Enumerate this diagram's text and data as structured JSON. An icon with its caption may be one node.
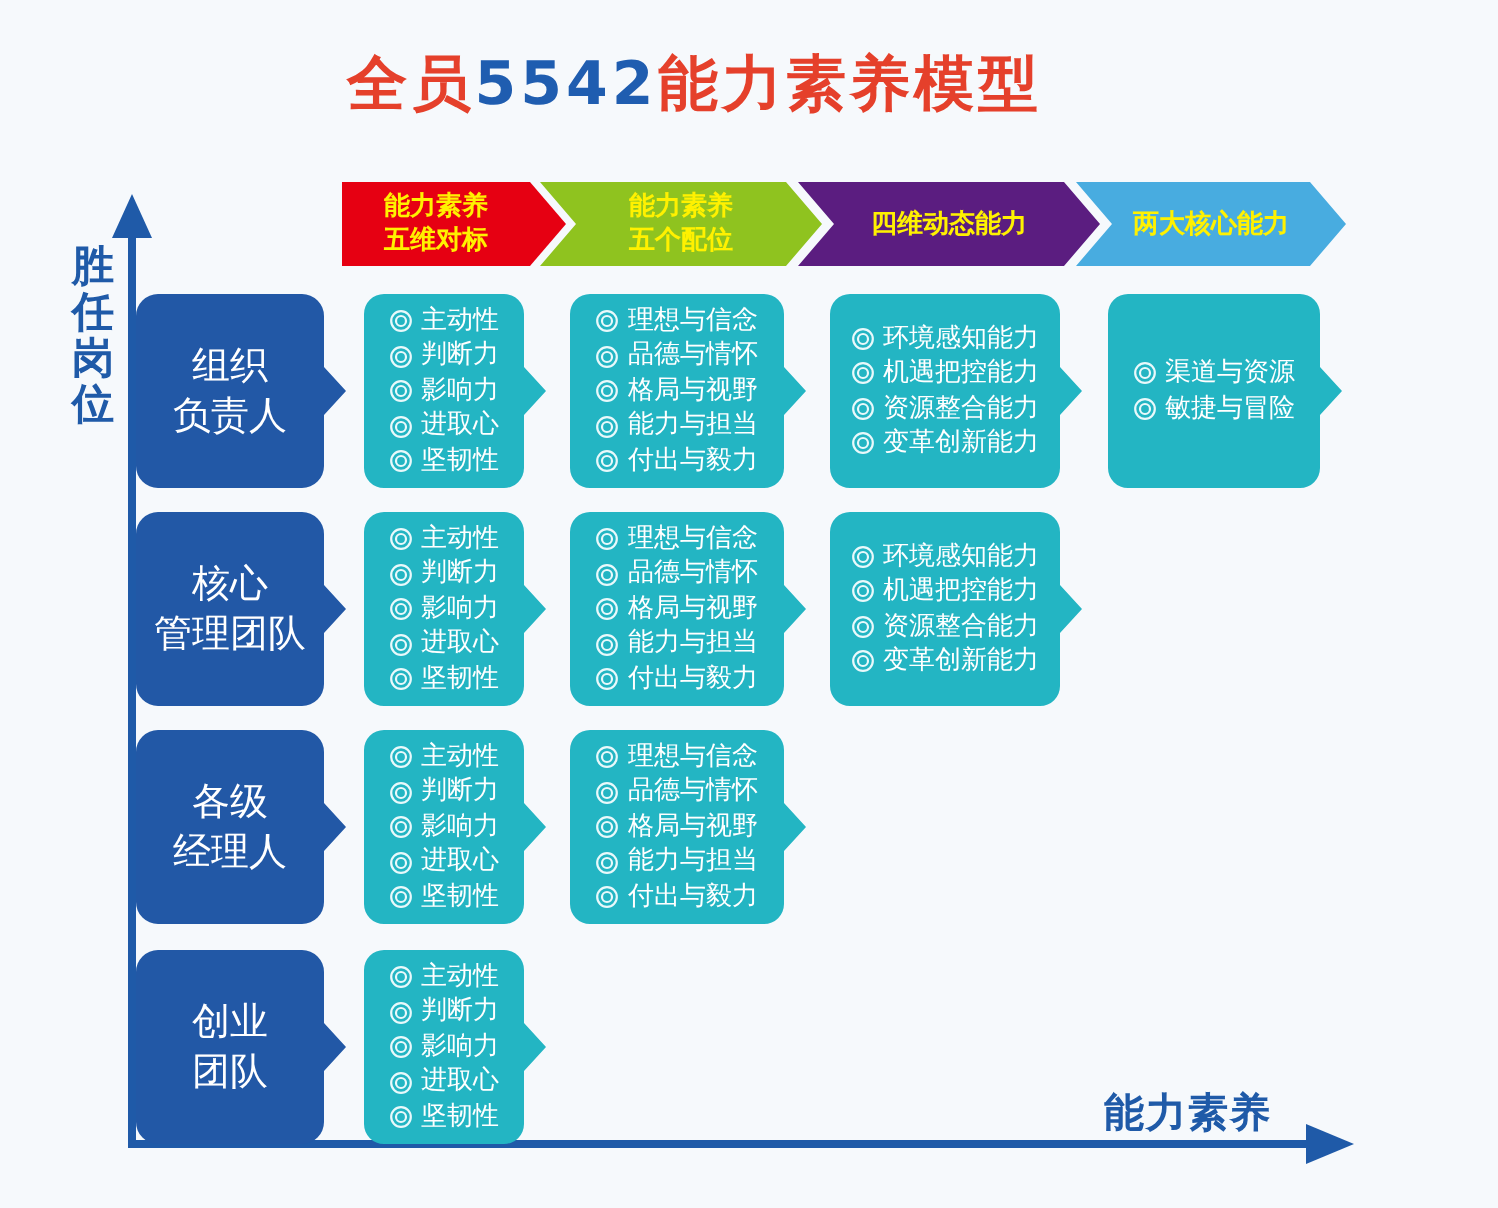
{
  "diagram": {
    "title": "全员5542能力素养模型",
    "nodes": [
      {
        "text": [
          "能力素养五维对标"
        ]
      },
      {
        "text": [
          "能力素养五个配位"
        ]
      },
      {
        "text": [
          "四维动态能力"
        ]
      },
      {
        "text": [
          "两大核心能力"
        ]
      },
      {
        "text": [
          "组织",
          "负责人"
        ]
      },
      {
        "text": [
          "主动性",
          "判断力",
          "影响力",
          "进取心",
          "坚韧性"
        ]
      },
      {
        "text": [
          "理想与信念",
          "品德与情怀",
          "格局与视野",
          "能力与担当",
          "付出与毅力"
        ]
      },
      {
        "text": [
          "环境感知能力",
          "机遇把控能力",
          "资源整合能力",
          "变革创新能力"
        ]
      },
      {
        "text": [
          "渠道与资源",
          "敏捷与冒险"
        ]
      },
      {
        "text": [
          "核心",
          "管理团队"
        ]
      },
      {
        "text": [
          "主动性",
          "判断力",
          "影响力",
          "进取心",
          "坚韧性"
        ]
      },
      {
        "text": [
          "理想与信念",
          "品德与情怀",
          "格局与视野",
          "能力与担当",
          "付出与毅力"
        ]
      },
      {
        "text": [
          "环境感知能力",
          "机遇把控能力",
          "资源整合能力",
          "变革创新能力"
        ]
      },
      {
        "text": [
          "各级",
          "经理人"
        ]
      },
      {
        "text": [
          "主动性",
          "判断力",
          "影响力",
          "进取心",
          "坚韧性"
        ]
      },
      {
        "text": [
          "理想与信念",
          "品德与情怀",
          "格局与视野",
          "能力与担当",
          "付出与毅力"
        ]
      },
      {
        "text": [
          "创业",
          "团队"
        ]
      },
      {
        "text": [
          "主动性",
          "判断力",
          "影响力",
          "进取心",
          "坚韧性"
        ]
      }
    ],
    "labels": [
      "胜任岗位",
      "能力素养"
    ]
  }
}
